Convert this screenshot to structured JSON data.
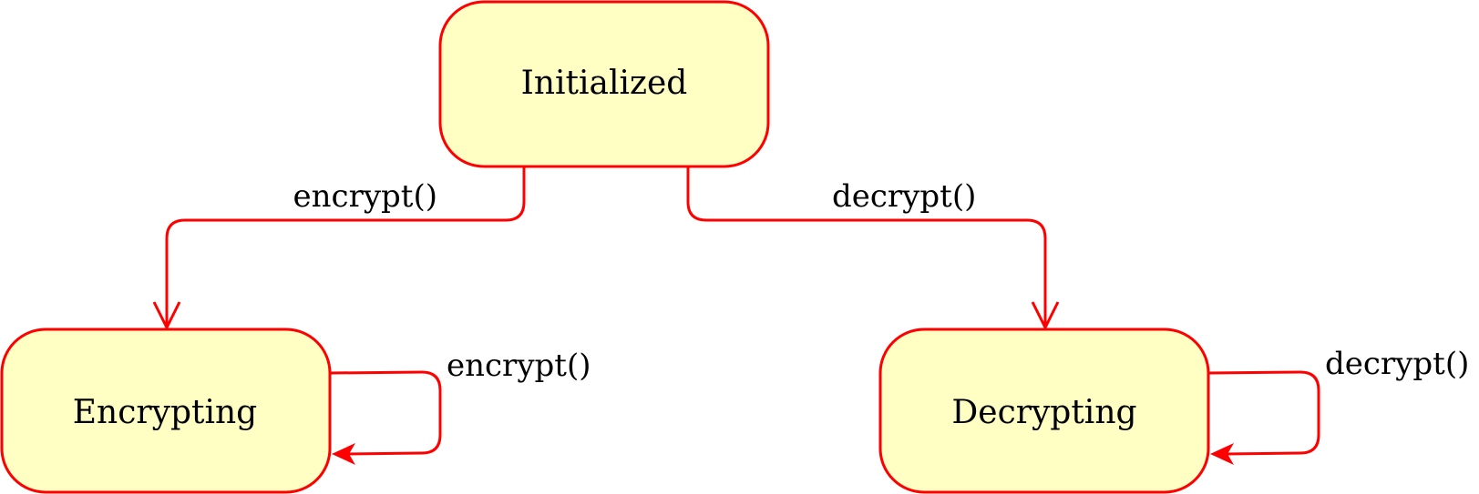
{
  "colors": {
    "state_fill": "#ffffc4",
    "state_stroke": "#ff0000",
    "edge_stroke": "#ff0000",
    "text": "#000000"
  },
  "states": {
    "initialized": {
      "label": "Initialized"
    },
    "encrypting": {
      "label": "Encrypting"
    },
    "decrypting": {
      "label": "Decrypting"
    }
  },
  "transitions": {
    "initialized_to_encrypting": {
      "label": "encrypt()"
    },
    "initialized_to_decrypting": {
      "label": "decrypt()"
    },
    "encrypting_self": {
      "label": "encrypt()"
    },
    "decrypting_self": {
      "label": "decrypt()"
    }
  }
}
